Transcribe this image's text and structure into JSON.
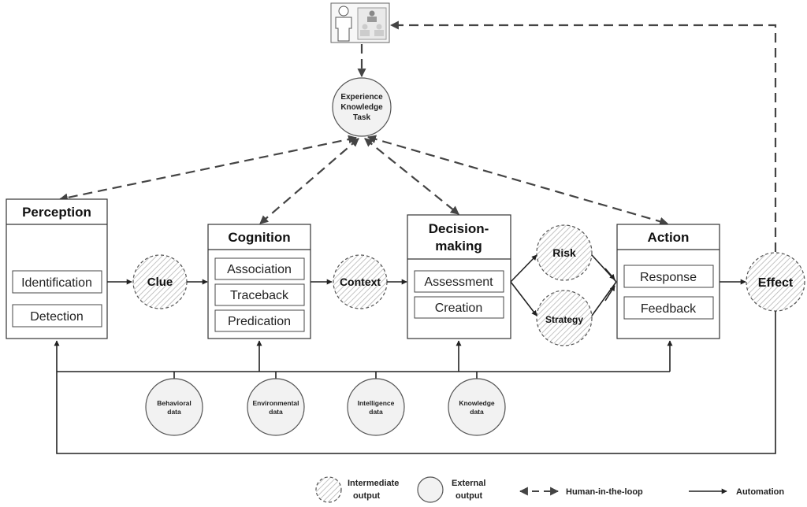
{
  "nodes": {
    "perception": {
      "title": "Perception",
      "items": [
        "Identification",
        "Detection"
      ]
    },
    "cognition": {
      "title": "Cognition",
      "items": [
        "Association",
        "Traceback",
        "Predication"
      ]
    },
    "decision": {
      "title_line1": "Decision-",
      "title_line2": "making",
      "items": [
        "Assessment",
        "Creation"
      ]
    },
    "action": {
      "title": "Action",
      "items": [
        "Response",
        "Feedback"
      ]
    }
  },
  "intermediate": {
    "clue": "Clue",
    "context": "Context",
    "risk": "Risk",
    "strategy": "Strategy",
    "effect": "Effect"
  },
  "experience": {
    "lines": [
      "Experience",
      "Knowledge",
      "Task"
    ]
  },
  "data_sources": [
    {
      "line1": "Behavioral",
      "line2": "data"
    },
    {
      "line1": "Environmental",
      "line2": "data"
    },
    {
      "line1": "Intelligence",
      "line2": "data"
    },
    {
      "line1": "Knowledge",
      "line2": "data"
    }
  ],
  "legend": {
    "intermediate_line1": "Intermediate",
    "intermediate_line2": "output",
    "external_line1": "External",
    "external_line2": "output",
    "hitl": "Human-in-the-loop",
    "automation": "Automation"
  }
}
